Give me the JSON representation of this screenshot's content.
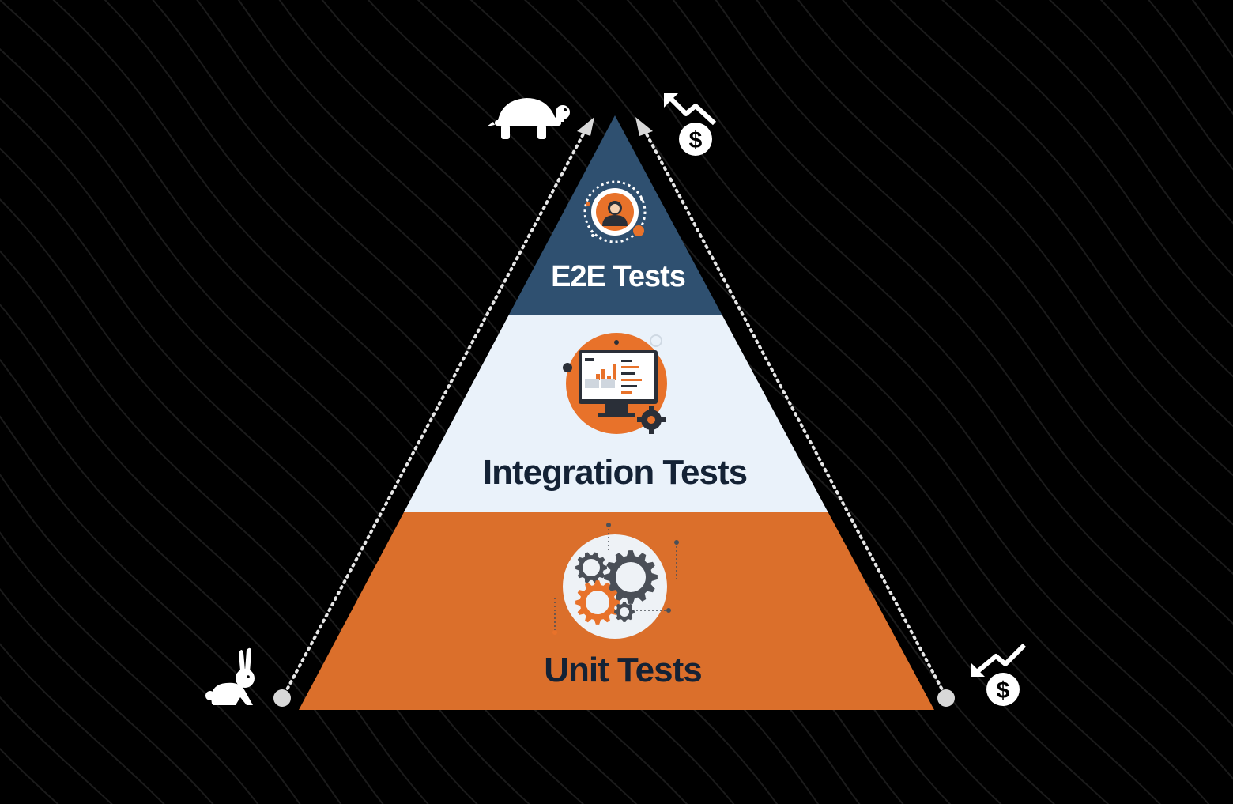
{
  "pyramid": {
    "tiers": [
      {
        "label": "E2E Tests",
        "fill": "#2f5070",
        "text_color": "#ffffff",
        "icon": "user-avatar-icon"
      },
      {
        "label": "Integration Tests",
        "fill": "#eaf2fa",
        "text_color": "#142235",
        "icon": "monitor-chart-icon"
      },
      {
        "label": "Unit Tests",
        "fill": "#db6f2b",
        "text_color": "#142235",
        "icon": "gears-icon"
      }
    ]
  },
  "axes": {
    "left": {
      "top_icon": "turtle-icon",
      "bottom_icon": "rabbit-icon"
    },
    "right": {
      "top_icon": "cost-up-icon",
      "bottom_icon": "cost-down-icon"
    }
  },
  "colors": {
    "background": "#000000",
    "accent": "#e8722a",
    "navy": "#2f5070",
    "icon_white": "#ffffff"
  },
  "symbols": {
    "currency": "$"
  }
}
